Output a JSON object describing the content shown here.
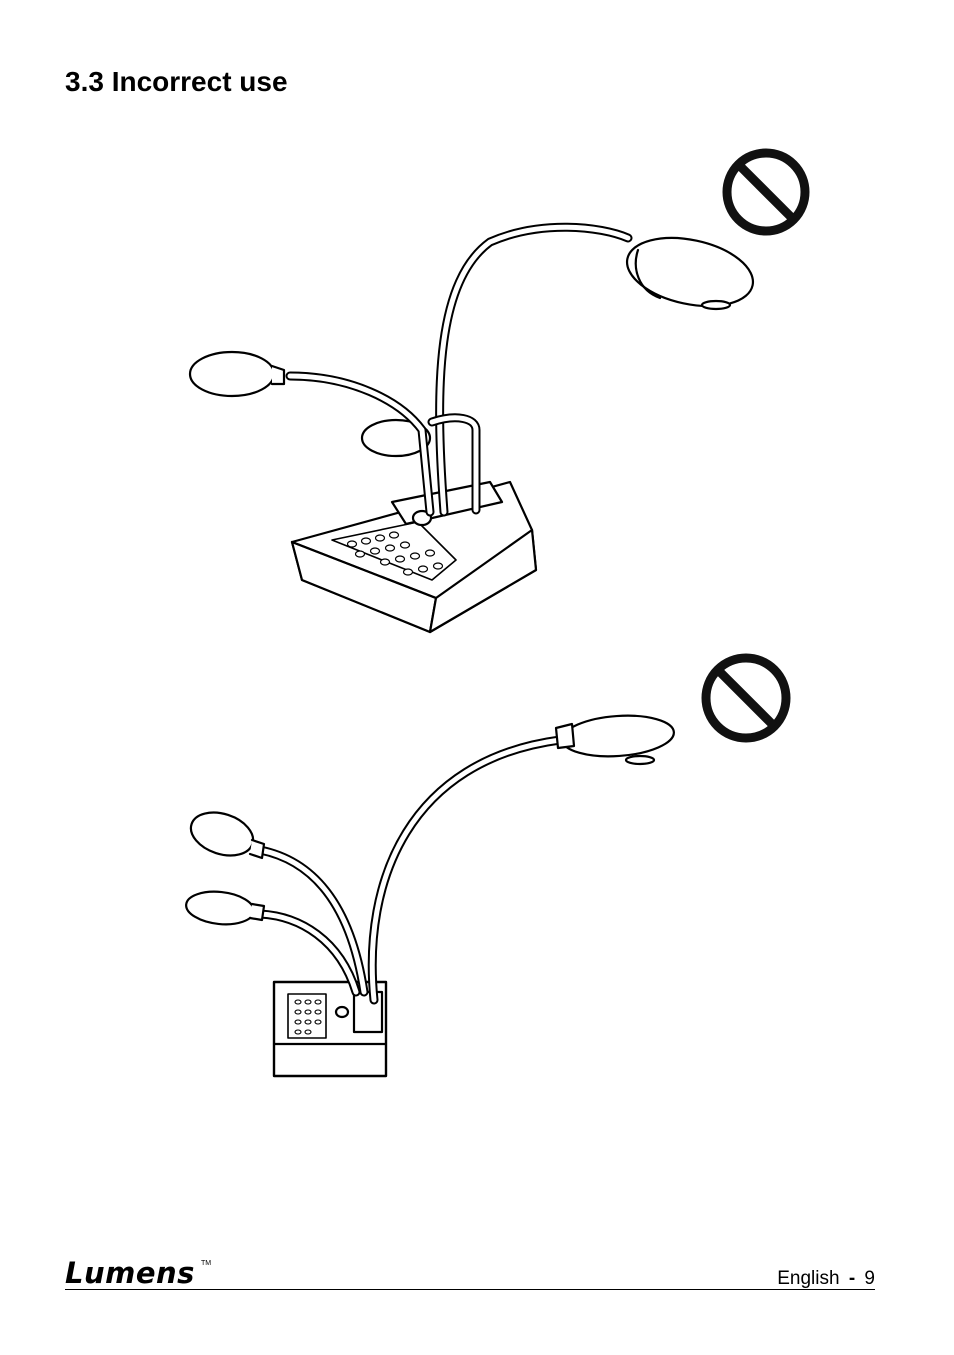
{
  "section": {
    "title": "3.3 Incorrect use"
  },
  "illustrations": [
    {
      "icon": "prohibited-icon"
    },
    {
      "icon": "prohibited-icon"
    }
  ],
  "footer": {
    "logo_text": "Lumens",
    "logo_tm": "TM",
    "language": "English",
    "separator": "-",
    "page_number": "9"
  }
}
